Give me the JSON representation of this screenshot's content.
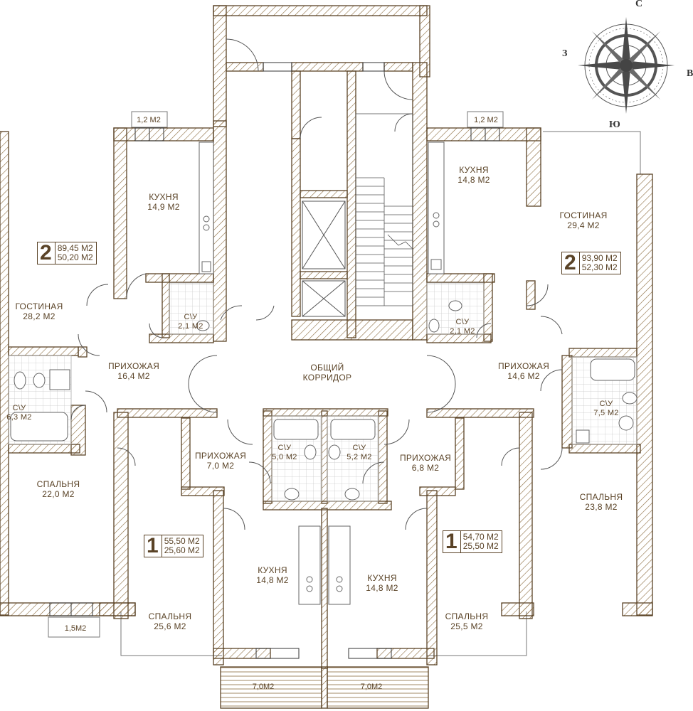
{
  "compass": {
    "north": "С",
    "east": "В",
    "south": "Ю",
    "west": "З"
  },
  "colors": {
    "wall_outline": "#5a4327",
    "hatch": "#8a6a3d",
    "label": "#5a4327",
    "tile_grid": "#c9c9c9",
    "fixture": "#666666"
  },
  "rooms": [
    {
      "id": "kitchen-a",
      "name": "КУХНЯ",
      "area": "14,9 М2"
    },
    {
      "id": "living-a",
      "name": "ГОСТИНАЯ",
      "area": "28,2 М2"
    },
    {
      "id": "bath-a",
      "name": "С\\У",
      "area": "2,1 М2"
    },
    {
      "id": "hall-a",
      "name": "ПРИХОЖАЯ",
      "area": "16,4 М2"
    },
    {
      "id": "bath-a2",
      "name": "С\\У",
      "area": "6,3 М2"
    },
    {
      "id": "bedroom-a",
      "name": "СПАЛЬНЯ",
      "area": "22,0 М2"
    },
    {
      "id": "kitchen-b",
      "name": "КУХНЯ",
      "area": "14,8 М2"
    },
    {
      "id": "living-b",
      "name": "ГОСТИНАЯ",
      "area": "29,4 М2"
    },
    {
      "id": "bath-b",
      "name": "С\\У",
      "area": "2,1 М2"
    },
    {
      "id": "hall-b",
      "name": "ПРИХОЖАЯ",
      "area": "14,6 М2"
    },
    {
      "id": "bath-b2",
      "name": "С\\У",
      "area": "7,5 М2"
    },
    {
      "id": "bedroom-b",
      "name": "СПАЛЬНЯ",
      "area": "23,8 М2"
    },
    {
      "id": "corridor",
      "name": "ОБЩИЙ",
      "name2": "КОРРИДОР",
      "area": ""
    },
    {
      "id": "hall-c",
      "name": "ПРИХОЖАЯ",
      "area": "7,0 М2"
    },
    {
      "id": "bath-c",
      "name": "С\\У",
      "area": "5,0 М2"
    },
    {
      "id": "bath-d",
      "name": "С\\У",
      "area": "5,2 М2"
    },
    {
      "id": "hall-d",
      "name": "ПРИХОЖАЯ",
      "area": "6,8 М2"
    },
    {
      "id": "kitchen-c",
      "name": "КУХНЯ",
      "area": "14,8 М2"
    },
    {
      "id": "kitchen-d",
      "name": "КУХНЯ",
      "area": "14,8 М2"
    },
    {
      "id": "bedroom-c",
      "name": "СПАЛЬНЯ",
      "area": "25,6 М2"
    },
    {
      "id": "bedroom-d",
      "name": "СПАЛЬНЯ",
      "area": "25,5 М2"
    }
  ],
  "balconies": [
    "1,2 М2",
    "1,2 М2",
    "1,5М2",
    "7,0М2",
    "7,0М2"
  ],
  "apartments": [
    {
      "id": "apt-2-left",
      "rooms": "2",
      "total": "89,45 М2",
      "living": "50,20 М2"
    },
    {
      "id": "apt-2-right",
      "rooms": "2",
      "total": "93,90 М2",
      "living": "52,30 М2"
    },
    {
      "id": "apt-1-left",
      "rooms": "1",
      "total": "55,50 М2",
      "living": "25,60 М2"
    },
    {
      "id": "apt-1-right",
      "rooms": "1",
      "total": "54,70 М2",
      "living": "25,50 М2"
    }
  ]
}
